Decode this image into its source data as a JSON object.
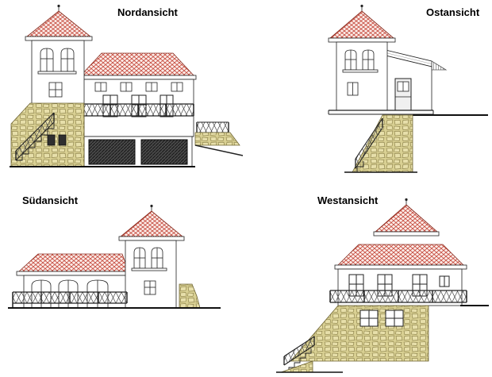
{
  "views": {
    "nord": {
      "label": "Nordansicht"
    },
    "ost": {
      "label": "Ostansicht"
    },
    "sued": {
      "label": "Südansicht"
    },
    "west": {
      "label": "Westansicht"
    }
  },
  "colors": {
    "roof_tile_red": "#c0392b",
    "roof_tile_bg": "#fbece8",
    "roof_edge": "#8a2f22",
    "stone_fill": "#d9d093",
    "stone_highlight": "#e7dfaa",
    "stone_outline": "#857a42",
    "garage_dark": "#4a4a4a",
    "line": "#222222",
    "background": "#ffffff"
  }
}
